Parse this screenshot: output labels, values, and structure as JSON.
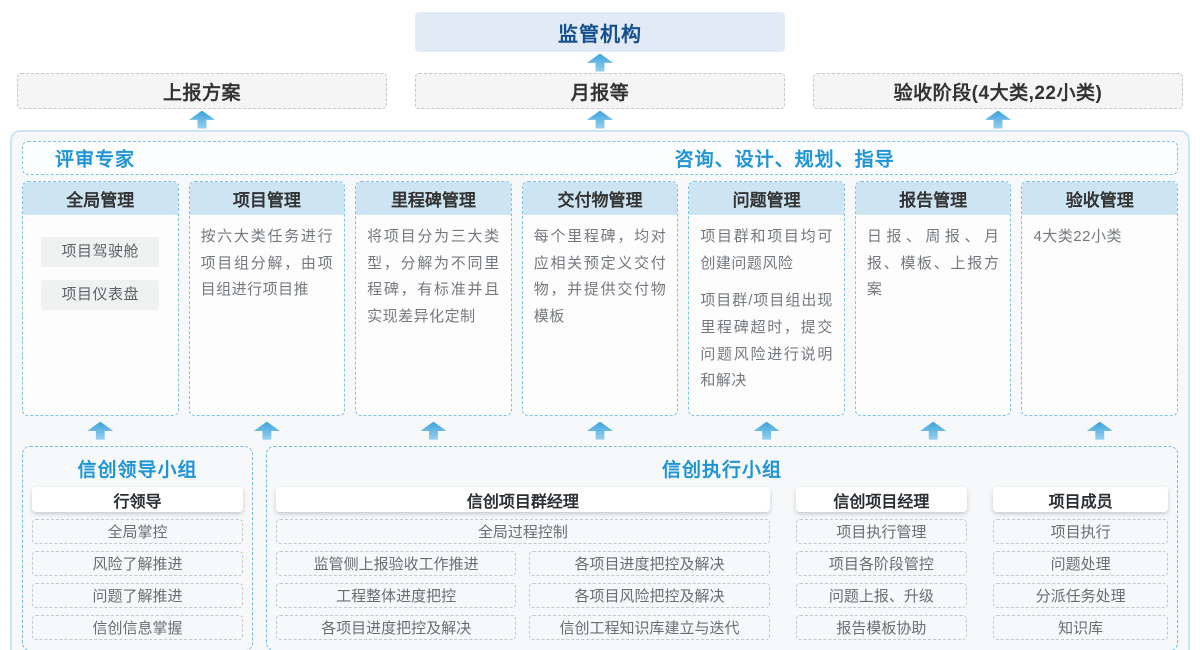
{
  "top": {
    "regulator": "监管机构"
  },
  "row2": {
    "report_plan": "上报方案",
    "monthly_report": "月报等",
    "acceptance_stage": "验收阶段(4大类,22小类)"
  },
  "band": {
    "left": "评审专家",
    "right": "咨询、设计、规划、指导"
  },
  "columns": [
    {
      "title": "全局管理",
      "pills": [
        "项目驾驶舱",
        "项目仪表盘"
      ]
    },
    {
      "title": "项目管理",
      "paras": [
        "按六大类任务进行项目组分解，由项目组进行项目推"
      ]
    },
    {
      "title": "里程碑管理",
      "paras": [
        "将项目分为三大类型，分解为不同里程碑，有标准并且实现差异化定制"
      ]
    },
    {
      "title": "交付物管理",
      "paras": [
        "每个里程碑，均对应相关预定义交付物，并提供交付物模板"
      ]
    },
    {
      "title": "问题管理",
      "paras": [
        "项目群和项目均可创建问题风险",
        "项目群/项目组出现里程碑超时，提交问题风险进行说明和解决"
      ]
    },
    {
      "title": "报告管理",
      "paras": [
        "日报、周报、月报、模板、上报方案"
      ]
    },
    {
      "title": "验收管理",
      "paras": [
        "4大类22小类"
      ]
    }
  ],
  "leader_panel": {
    "title": "信创领导小组",
    "role": "行领导",
    "items": [
      "全局掌控",
      "风险了解推进",
      "问题了解推进",
      "信创信息掌握"
    ]
  },
  "exec_panel": {
    "title": "信创执行小组",
    "groups": [
      {
        "role": "信创项目群经理",
        "full_item": "全局过程控制",
        "col_left": [
          "监管侧上报验收工作推进",
          "工程整体进度把控",
          "各项目进度把控及解决"
        ],
        "col_right": [
          "各项目进度把控及解决",
          "各项目风险把控及解决",
          "信创工程知识库建立与迭代"
        ]
      },
      {
        "role": "信创项目经理",
        "items": [
          "项目执行管理",
          "项目各阶段管控",
          "问题上报、升级",
          "报告模板协助"
        ]
      },
      {
        "role": "项目成员",
        "items": [
          "项目执行",
          "问题处理",
          "分派任务处理",
          "知识库"
        ]
      }
    ]
  },
  "colors": {
    "accent_blue": "#2095d5",
    "regulator_text": "#15508e",
    "regulator_bg": "#e2ebf5",
    "container_border": "#cbe5f4",
    "column_border": "#7cc2e8",
    "column_head_bg": "#cde5f3",
    "arrow_blue": "#3fa3da",
    "dashed_gray": "#c6c8ca"
  }
}
